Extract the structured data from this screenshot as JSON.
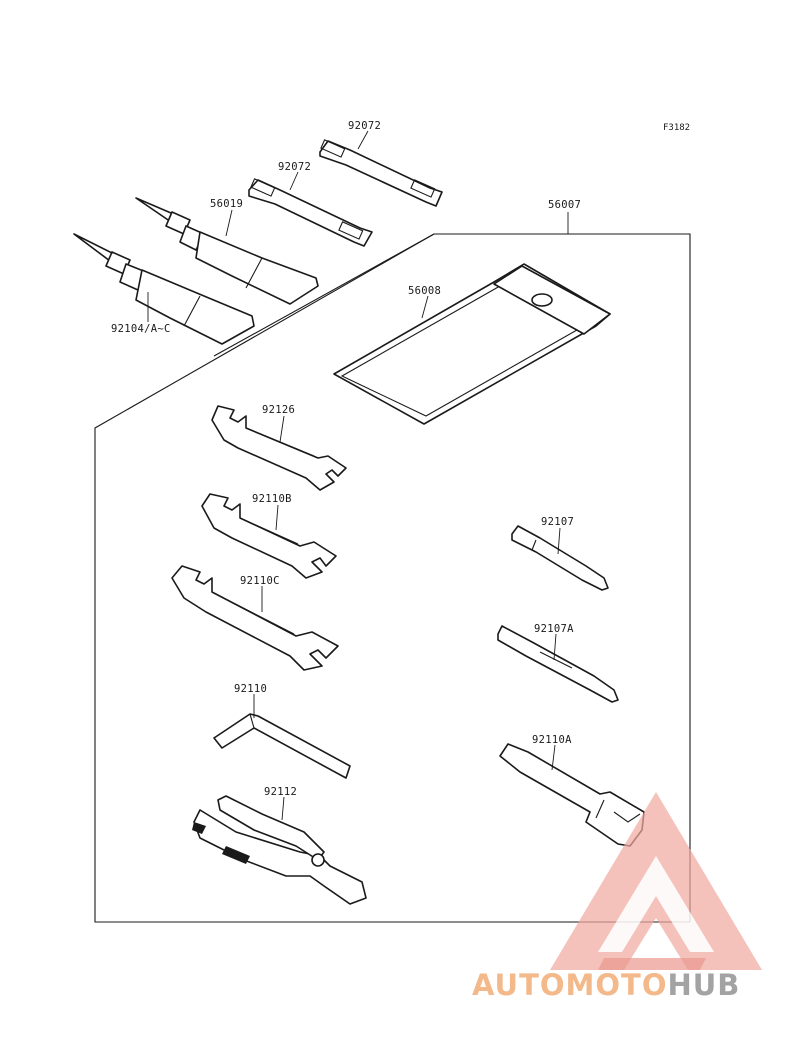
{
  "reference_code": "F3182",
  "parts": [
    {
      "id": "p-92072-top",
      "number": "92072"
    },
    {
      "id": "p-92072-mid",
      "number": "92072"
    },
    {
      "id": "p-56019",
      "number": "56019"
    },
    {
      "id": "p-56007",
      "number": "56007"
    },
    {
      "id": "p-56008",
      "number": "56008"
    },
    {
      "id": "p-92104",
      "number": "92104/A~C"
    },
    {
      "id": "p-92126",
      "number": "92126"
    },
    {
      "id": "p-92110b",
      "number": "92110B"
    },
    {
      "id": "p-92110c",
      "number": "92110C"
    },
    {
      "id": "p-92107",
      "number": "92107"
    },
    {
      "id": "p-92107a",
      "number": "92107A"
    },
    {
      "id": "p-92110",
      "number": "92110"
    },
    {
      "id": "p-92110a",
      "number": "92110A"
    },
    {
      "id": "p-92112",
      "number": "92112"
    }
  ],
  "watermark": {
    "part1": "AUTOMOTO",
    "part2": "HUB",
    "accent_color": "#f0a9a0",
    "secondary_color": "#f5c98a",
    "dark_color": "#9a9a9a"
  }
}
